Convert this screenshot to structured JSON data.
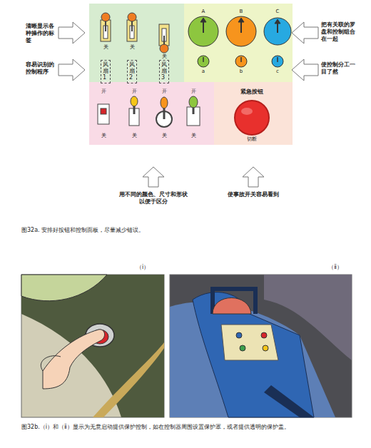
{
  "diagram": {
    "nodes": [
      {
        "text": [
          "风扇1"
        ]
      },
      {
        "text": [
          "风扇2"
        ]
      },
      {
        "text": [
          "风扇3"
        ]
      }
    ],
    "labels": [
      "清晰显示各种操作的标签",
      "容易识别的控制程序",
      "把有关联的罗盘和控制组合在一起",
      "使控制分工一目了然",
      "关",
      "关",
      "关",
      "A",
      "B",
      "C",
      "a",
      "b",
      "c",
      "开",
      "开",
      "开",
      "开",
      "关",
      "关",
      "关",
      "关",
      "紧急按钮",
      "切断",
      "用不同的颜色、尺寸和形状以便于区分",
      "使事故开关容易看到",
      "图32a. 安排好按钮和控制面板，尽量减少错误。",
      "（ⅰ）",
      "（ⅱ）",
      "图32b.（ⅰ）和（ⅱ）显示为无意启动提供保护控制，如在控制器周围设置保护罩，或者提供透明的保护盖。"
    ]
  }
}
